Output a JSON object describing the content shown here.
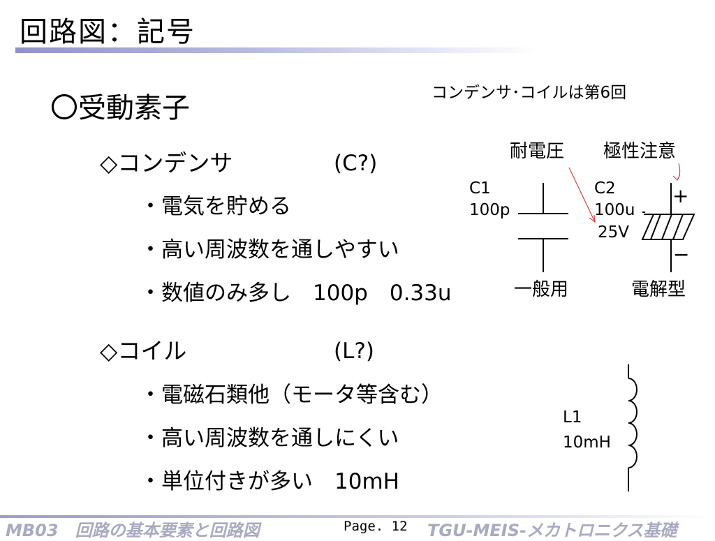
{
  "title": "回路図：記号",
  "note": "コンデンサ･コイルは第6回",
  "heading": "〇受動素子",
  "capacitor": {
    "heading": "◇コンデンサ",
    "code": "(C?)",
    "bullets": [
      "・電気を貯める",
      "・高い周波数を通しやすい",
      "・数値のみ多し　100p　0.33u"
    ],
    "voltage_label": "耐電圧",
    "polarity_label": "極性注意",
    "general": {
      "ref": "C1",
      "value": "100p",
      "type": "一般用"
    },
    "electrolytic": {
      "ref": "C2",
      "value": "100u",
      "voltage": "25V",
      "plus": "+",
      "minus": "−",
      "type": "電解型"
    }
  },
  "coil": {
    "heading": "◇コイル",
    "code": "(L?)",
    "bullets": [
      "・電磁石類他（モータ等含む）",
      "・高い周波数を通しにくい",
      "・単位付きが多い　10mH"
    ],
    "ref": "L1",
    "value": "10mH"
  },
  "footer": {
    "left": "MB03　回路の基本要素と回路図",
    "page": "Page. 12",
    "right": "TGU-MEIS-メカトロニクス基礎"
  },
  "colors": {
    "title_bar": "#8f93c8",
    "footer_text": "#a8abc0",
    "annotation_arrow": "#e04040"
  }
}
